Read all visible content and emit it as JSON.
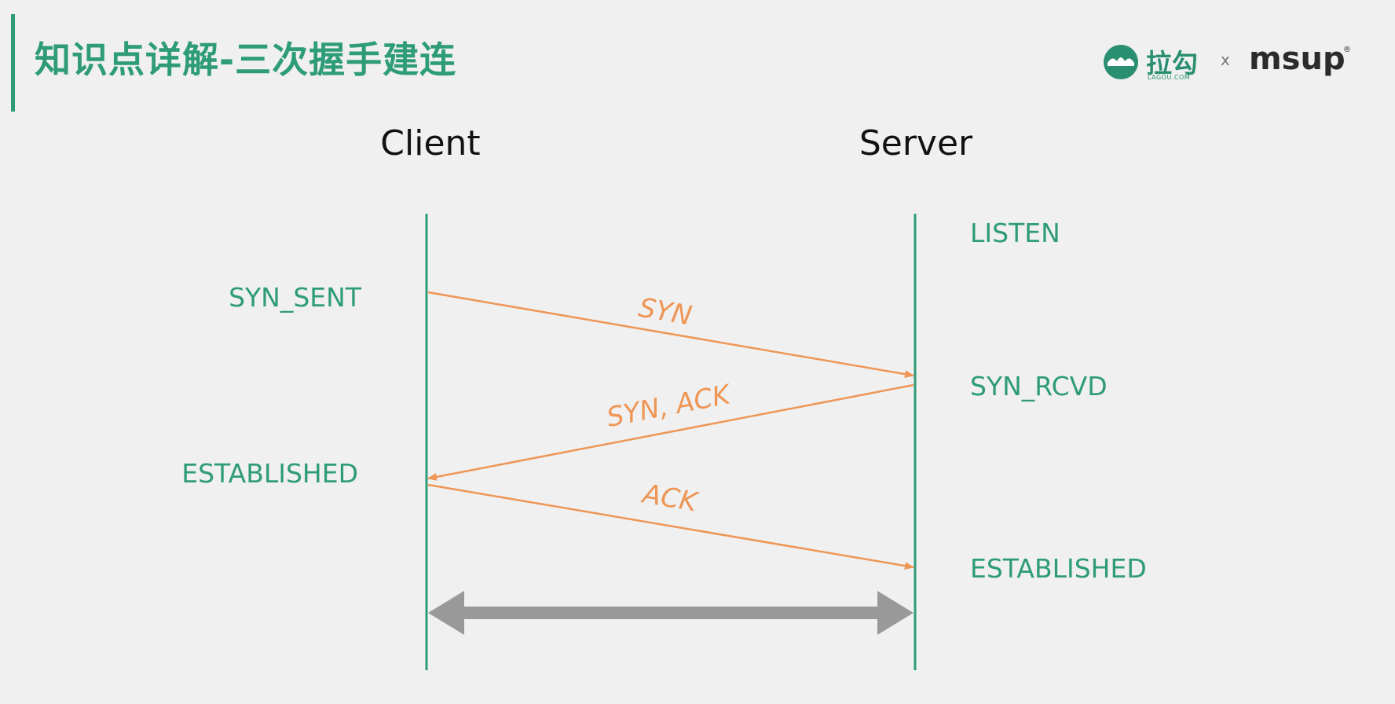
{
  "header": {
    "title": "知识点详解-三次握手建连",
    "logo_lagou_cn": "拉勾",
    "logo_lagou_en": "LAGOU.COM",
    "logo_times": "x",
    "logo_msup": "msup",
    "logo_msup_reg": "®"
  },
  "diagram": {
    "client_label": "Client",
    "server_label": "Server",
    "client_states": [
      "SYN_SENT",
      "ESTABLISHED"
    ],
    "server_states": [
      "LISTEN",
      "SYN_RCVD",
      "ESTABLISHED"
    ],
    "messages": [
      {
        "label": "SYN",
        "direction": "client-to-server"
      },
      {
        "label": "SYN, ACK",
        "direction": "server-to-client"
      },
      {
        "label": "ACK",
        "direction": "client-to-server"
      }
    ]
  },
  "colors": {
    "accent": "#2e9b79",
    "arrow": "#ee9655",
    "lifeline": "#2e9b79",
    "connection_arrow": "#999999",
    "background": "#f0f0f0"
  }
}
